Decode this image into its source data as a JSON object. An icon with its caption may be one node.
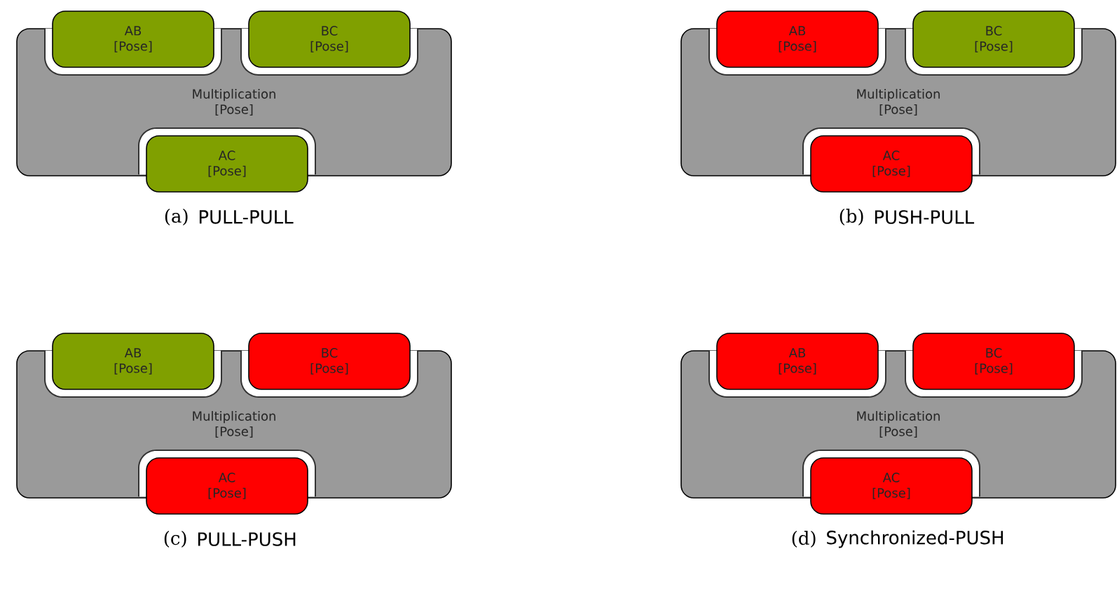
{
  "diagram": {
    "nodes": [
      {
        "text": [
          "Multiplication [Pose]"
        ]
      },
      {
        "text": [
          "AB [Pose]"
        ]
      },
      {
        "text": [
          "BC [Pose]"
        ]
      },
      {
        "text": [
          "AC [Pose]"
        ]
      },
      {
        "text": [
          "Multiplication [Pose]"
        ]
      },
      {
        "text": [
          "AB [Pose]"
        ]
      },
      {
        "text": [
          "BC [Pose]"
        ]
      },
      {
        "text": [
          "AC [Pose]"
        ]
      },
      {
        "text": [
          "Multiplication [Pose]"
        ]
      },
      {
        "text": [
          "AB [Pose]"
        ]
      },
      {
        "text": [
          "BC [Pose]"
        ]
      },
      {
        "text": [
          "AC [Pose]"
        ]
      },
      {
        "text": [
          "Multiplication [Pose]"
        ]
      },
      {
        "text": [
          "AB [Pose]"
        ]
      },
      {
        "text": [
          "BC [Pose]"
        ]
      },
      {
        "text": [
          "AC [Pose]"
        ]
      }
    ],
    "labels": [
      "(a)",
      "PULL-PULL",
      "(b)",
      "PUSH-PULL",
      "(c)",
      "PULL-PUSH",
      "(d)",
      "Synchronized-PUSH"
    ]
  }
}
